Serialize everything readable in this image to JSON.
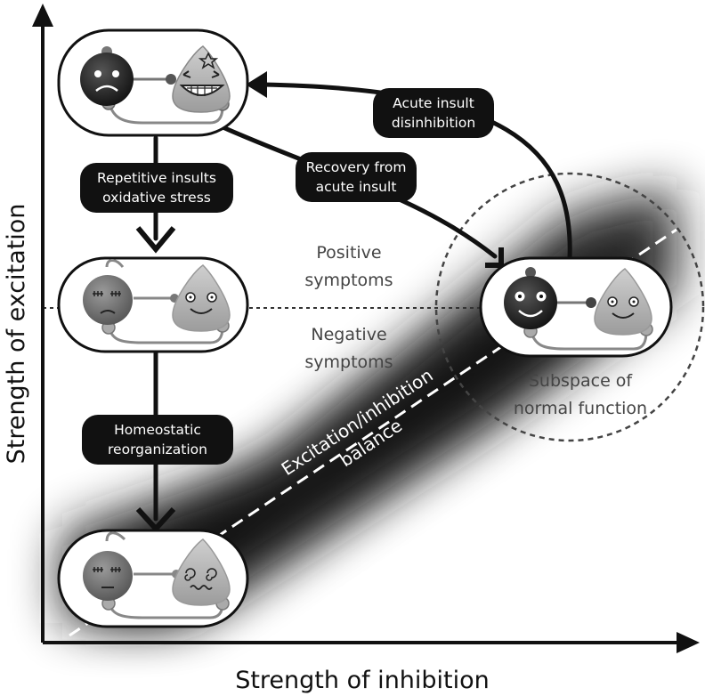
{
  "axes": {
    "x_label": "Strength of inhibition",
    "y_label": "Strength of excitation"
  },
  "labels": {
    "acute_insult": [
      "Acute insult",
      "disinhibition"
    ],
    "recovery": [
      "Recovery from",
      "acute insult"
    ],
    "repetitive": [
      "Repetitive insults",
      "oxidative stress"
    ],
    "homeostatic": [
      "Homeostatic",
      "reorganization"
    ],
    "positive": [
      "Positive",
      "symptoms"
    ],
    "negative": [
      "Negative",
      "symptoms"
    ],
    "subspace": [
      "Subspace of",
      "normal function"
    ],
    "balance": [
      "Excitation/inhibition",
      "balance"
    ]
  },
  "colors": {
    "pill": "#111111",
    "gradient_dark": "#0a0a0a",
    "gray_text": "#444444"
  },
  "icons": [
    "sad-interneuron-icon",
    "excited-pyramidal-icon",
    "sleepy-interneuron-icon",
    "calm-pyramidal-icon",
    "dizzy-pyramidal-icon",
    "happy-interneuron-icon",
    "happy-pyramidal-icon"
  ]
}
